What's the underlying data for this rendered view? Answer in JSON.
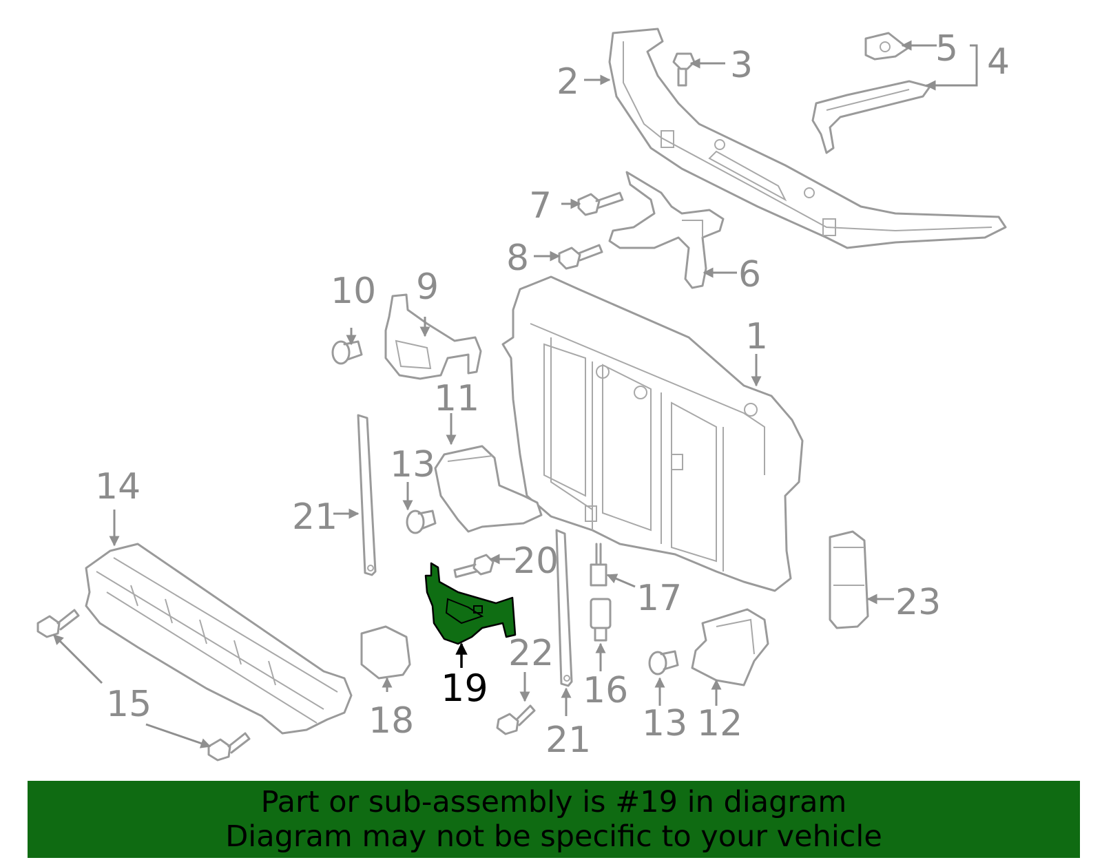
{
  "callouts": {
    "c1": "1",
    "c2": "2",
    "c3": "3",
    "c4": "4",
    "c5": "5",
    "c6": "6",
    "c7": "7",
    "c8": "8",
    "c9": "9",
    "c10": "10",
    "c11": "11",
    "c12": "12",
    "c13a": "13",
    "c13b": "13",
    "c14": "14",
    "c15": "15",
    "c16": "16",
    "c17": "17",
    "c18": "18",
    "c19": "19",
    "c20": "20",
    "c21a": "21",
    "c21b": "21",
    "c22": "22",
    "c23": "23"
  },
  "highlighted_part": "19",
  "colors": {
    "highlight": "#0f6e13",
    "banner": "#0f6b12",
    "part_stroke": "#9a9a9a",
    "callout_text": "#8c8c8c"
  },
  "banner": {
    "line1": "Part or sub-assembly is #19 in diagram",
    "line2": "Diagram may not be specific to your vehicle"
  }
}
